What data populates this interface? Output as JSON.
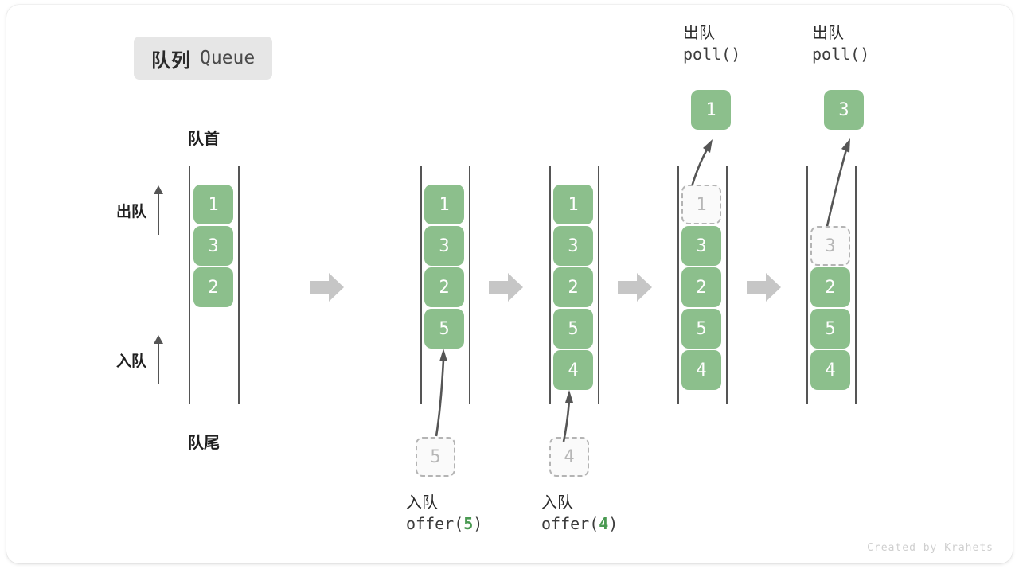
{
  "title": {
    "cn": "队列",
    "en": "Queue"
  },
  "labels": {
    "head": "队首",
    "tail": "队尾",
    "dequeue": "出队",
    "enqueue": "入队"
  },
  "colors": {
    "box_fill": "#8cbf8c",
    "box_text": "#ffffff",
    "ghost_border": "#b4b4b4",
    "ghost_text": "#b6b6b6",
    "accent_number": "#4a9a52",
    "rail": "#555555",
    "step_arrow": "#c6c6c6",
    "chip_bg": "#e6e6e6"
  },
  "columns": [
    {
      "name": "initial-queue",
      "slots": [
        "1",
        "3",
        "2",
        "",
        "",
        ""
      ],
      "ghost_index": null,
      "popped": null,
      "caption": null
    },
    {
      "name": "after-offer-5",
      "slots": [
        "1",
        "3",
        "2",
        "5",
        "",
        ""
      ],
      "ghost_index": null,
      "incoming": "5",
      "popped": null,
      "caption": {
        "cn": "入队",
        "code_pre": "offer(",
        "code_num": "5",
        "code_post": ")"
      }
    },
    {
      "name": "after-offer-4",
      "slots": [
        "1",
        "3",
        "2",
        "5",
        "4",
        ""
      ],
      "ghost_index": null,
      "incoming": "4",
      "popped": null,
      "caption": {
        "cn": "入队",
        "code_pre": "offer(",
        "code_num": "4",
        "code_post": ")"
      }
    },
    {
      "name": "after-poll-1",
      "slots": [
        "1",
        "3",
        "2",
        "5",
        "4",
        ""
      ],
      "ghost_index": 0,
      "popped": "1",
      "caption": {
        "cn": "出队",
        "code_pre": "poll(",
        "code_num": "",
        "code_post": ")"
      }
    },
    {
      "name": "after-poll-3",
      "slots": [
        "",
        "3",
        "2",
        "5",
        "4",
        ""
      ],
      "ghost_index": 1,
      "popped": "3",
      "caption": {
        "cn": "出队",
        "code_pre": "poll(",
        "code_num": "",
        "code_post": ")"
      }
    }
  ],
  "credit": "Created by Krahets"
}
